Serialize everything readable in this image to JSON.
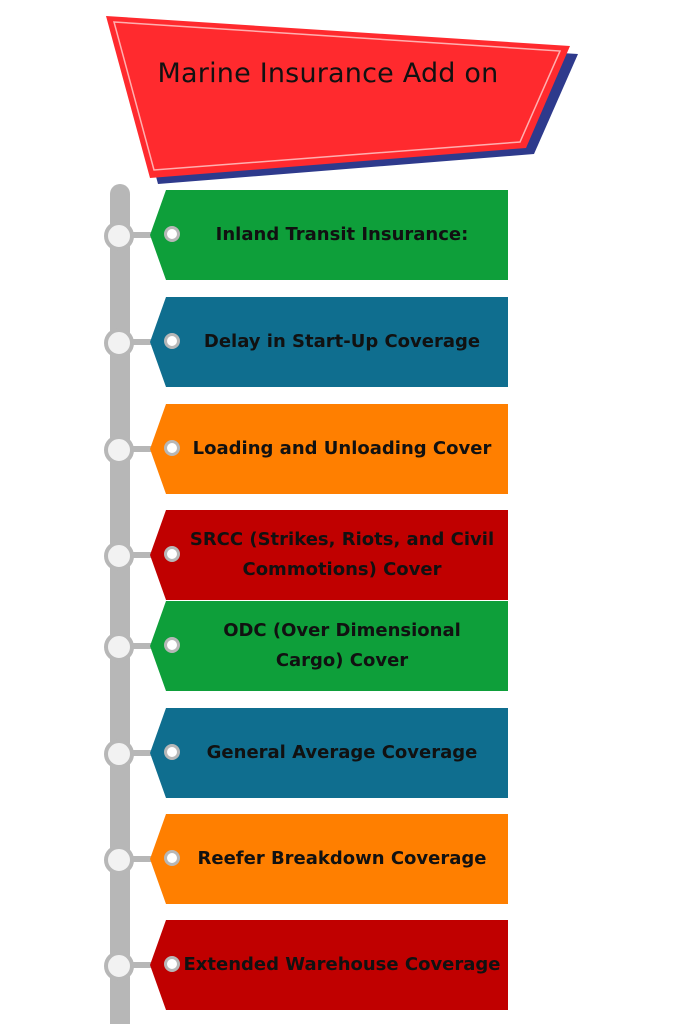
{
  "title": "Marine Insurance Add on",
  "colors": {
    "banner_fill": "#ff2a2e",
    "banner_shadow": "#2e3a8c",
    "pole": "#b7b7b7",
    "green": "#0e9f3a",
    "blue": "#0f6e8f",
    "orange": "#ff7f00",
    "red": "#c00000"
  },
  "steps": [
    {
      "label": "Inland Transit Insurance:",
      "color": "#0e9f3a"
    },
    {
      "label": "Delay in Start-Up Coverage",
      "color": "#0f6e8f"
    },
    {
      "label": "Loading and Unloading Cover",
      "color": "#ff7f00"
    },
    {
      "label": "SRCC (Strikes, Riots, and Civil Commotions) Cover",
      "color": "#c00000"
    },
    {
      "label": "ODC (Over Dimensional Cargo) Cover",
      "color": "#0e9f3a"
    },
    {
      "label": "General Average Coverage",
      "color": "#0f6e8f"
    },
    {
      "label": "Reefer Breakdown Coverage",
      "color": "#ff7f00"
    },
    {
      "label": "Extended Warehouse Coverage",
      "color": "#c00000"
    }
  ]
}
